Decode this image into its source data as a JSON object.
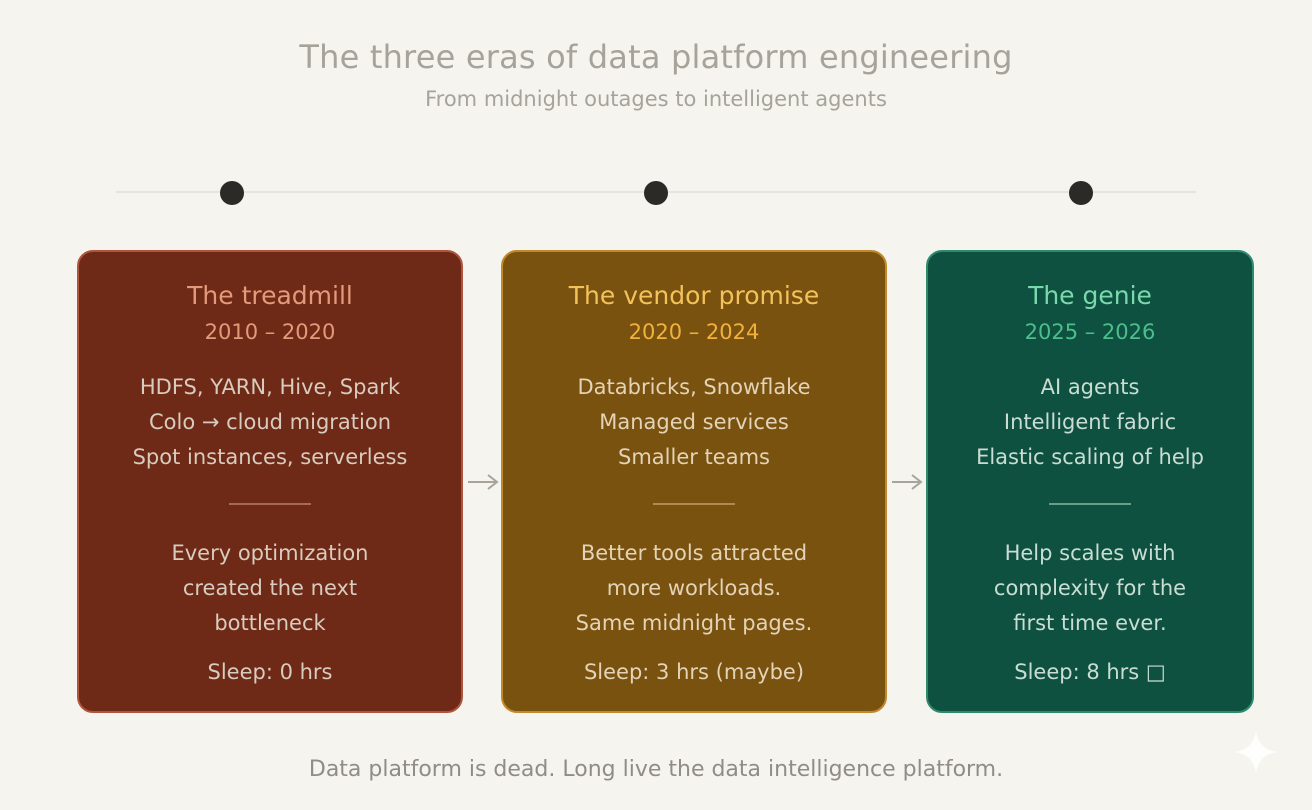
{
  "header": {
    "title": "The three eras of data platform engineering",
    "subtitle": "From midnight outages to intelligent agents"
  },
  "eras": [
    {
      "title": "The treadmill",
      "years": "2010 – 2020",
      "features": [
        "HDFS, YARN, Hive, Spark",
        "Colo → cloud migration",
        "Spot instances, serverless"
      ],
      "summary": [
        "Every optimization",
        "created the next",
        "bottleneck"
      ],
      "sleep": "Sleep: 0 hrs",
      "color": "#6e2a16"
    },
    {
      "title": "The vendor promise",
      "years": "2020 – 2024",
      "features": [
        "Databricks, Snowflake",
        "Managed services",
        "Smaller teams"
      ],
      "summary": [
        "Better tools attracted",
        "more workloads.",
        "Same midnight pages."
      ],
      "sleep": "Sleep: 3 hrs (maybe)",
      "color": "#7a5210"
    },
    {
      "title": "The genie",
      "years": "2025 – 2026",
      "features": [
        "AI agents",
        "Intelligent fabric",
        "Elastic scaling of help"
      ],
      "summary": [
        "Help scales with",
        "complexity for the",
        "first time ever."
      ],
      "sleep": "Sleep: 8 hrs □",
      "color": "#0f5140"
    }
  ],
  "footer": {
    "text": "Data platform is dead. Long live the data intelligence platform."
  },
  "icons": {
    "arrow": "arrow-right-icon",
    "sparkle": "sparkle-icon"
  }
}
